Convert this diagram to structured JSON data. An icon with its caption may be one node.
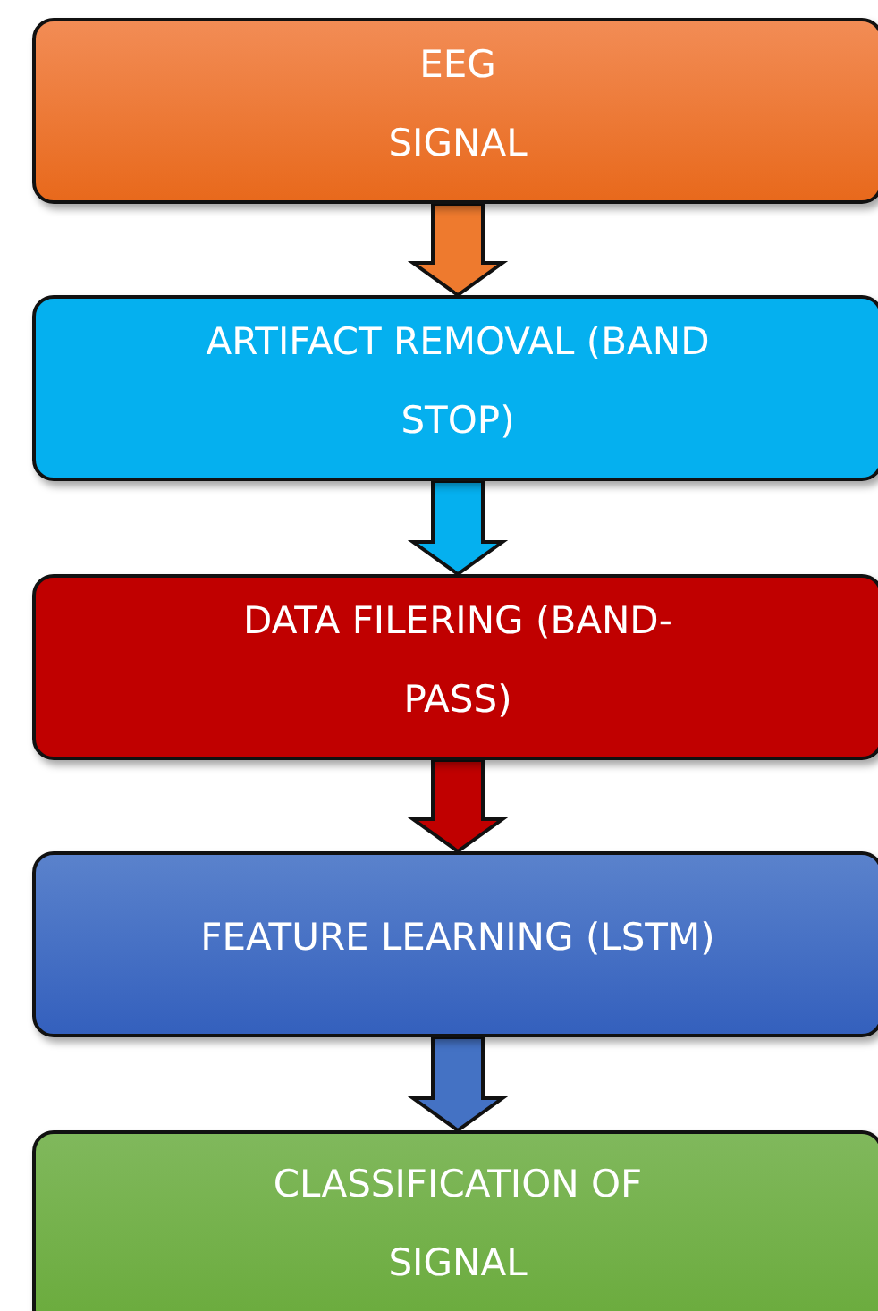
{
  "diagram": {
    "nodes": [
      {
        "text": [
          "EEG SIGNAL"
        ]
      },
      {
        "text": [
          "ARTIFACT REMOVAL (BAND STOP)"
        ]
      },
      {
        "text": [
          "DATA FILERING (BAND-PASS)"
        ]
      },
      {
        "text": [
          "FEATURE LEARNING (LSTM)"
        ]
      },
      {
        "text": [
          "CLASSIFICATION OF SIGNAL"
        ]
      }
    ],
    "edges": [
      {
        "from": 0,
        "to": 1,
        "arrow": "to",
        "color": "#ee7a2e"
      },
      {
        "from": 1,
        "to": 2,
        "arrow": "to",
        "color": "#05b0ef"
      },
      {
        "from": 2,
        "to": 3,
        "arrow": "to",
        "color": "#c00000"
      },
      {
        "from": 3,
        "to": 4,
        "arrow": "to",
        "color": "#4472c4"
      }
    ]
  }
}
